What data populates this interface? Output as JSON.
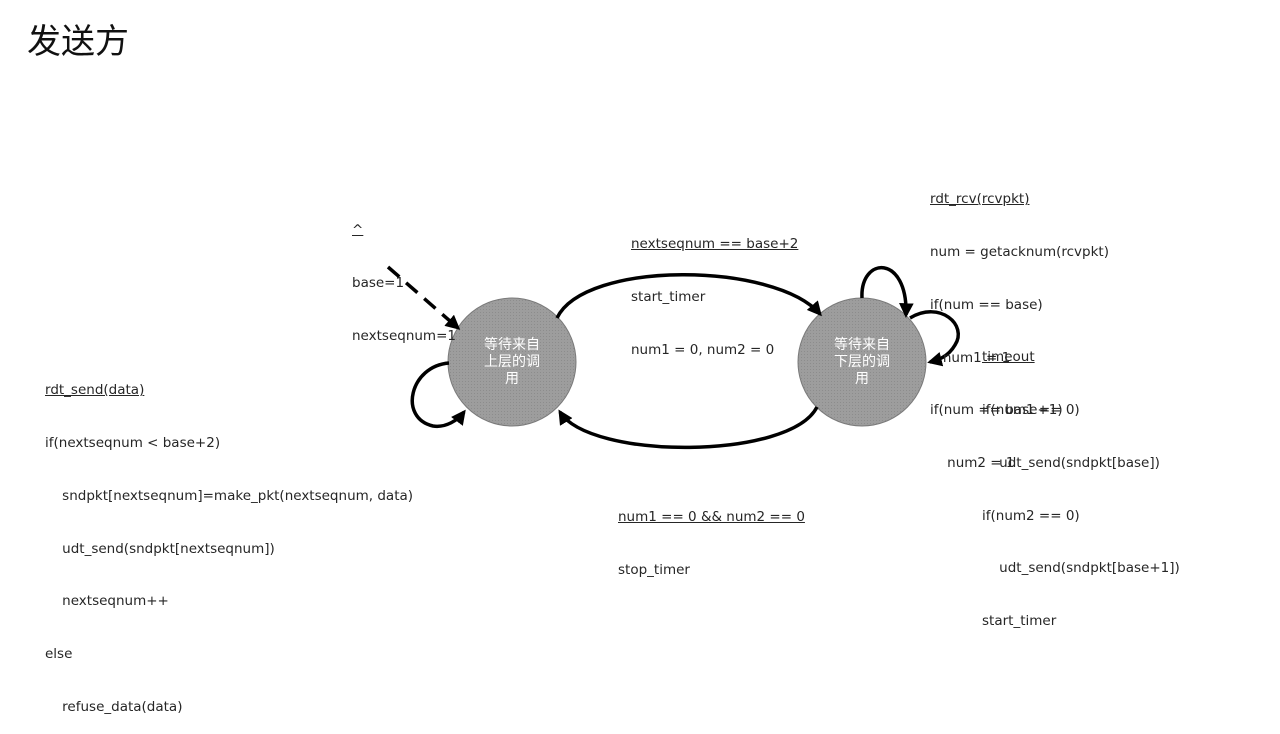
{
  "page": {
    "title": "发送方"
  },
  "states": {
    "upper": {
      "label": "等待来自\n上层的调\n用"
    },
    "lower": {
      "label": "等待来自\n下层的调\n用"
    }
  },
  "labels": {
    "init": {
      "lines": [
        "^",
        "base=1",
        "nextseqnum=1"
      ]
    },
    "send": {
      "lines": [
        "rdt_send(data)",
        "if(nextseqnum < base+2)",
        "    sndpkt[nextseqnum]=make_pkt(nextseqnum, data)",
        "    udt_send(sndpkt[nextseqnum])",
        "    nextseqnum++",
        "else",
        "    refuse_data(data)"
      ]
    },
    "to_lower": {
      "lines": [
        "nextseqnum == base+2",
        "start_timer",
        "num1 = 0, num2 = 0"
      ]
    },
    "rcv": {
      "lines": [
        "rdt_rcv(rcvpkt)",
        "num = getacknum(rcvpkt)",
        "if(num == base)",
        "   num1 = 1",
        "if(num == base+1)",
        "    num2 = 1"
      ]
    },
    "timeout": {
      "lines": [
        "timeout",
        "if(num1 == 0)",
        "    udt_send(sndpkt[base])",
        "if(num2 == 0)",
        "    udt_send(sndpkt[base+1])",
        "start_timer"
      ]
    },
    "to_upper": {
      "lines": [
        "num1 == 0 && num2 == 0",
        "stop_timer"
      ]
    }
  },
  "colors": {
    "state_fill": "#9a9a9a",
    "state_stroke": "#7a7a7a",
    "arrow": "#000000"
  }
}
